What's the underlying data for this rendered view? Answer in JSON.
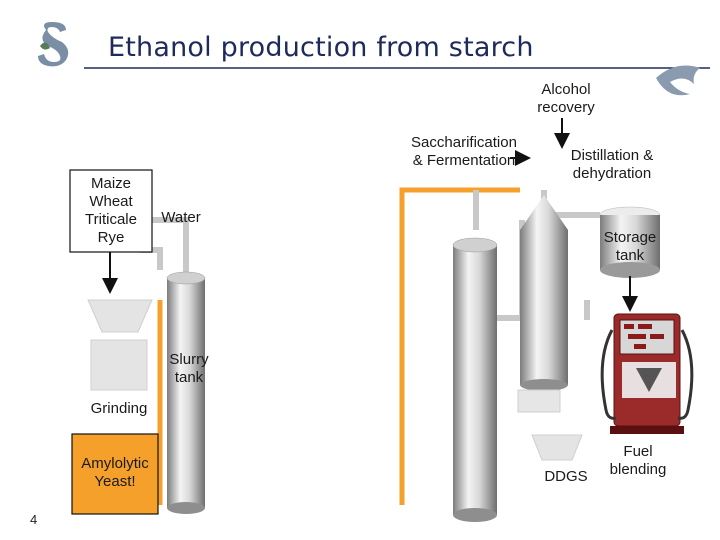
{
  "title": "Ethanol production from starch",
  "labels": {
    "alcohol_recovery": "Alcohol\nrecovery",
    "saccharification": "Saccharification\n& Fermentation",
    "distillation": "Distillation &\ndehydration",
    "grains": "Maize\nWheat\nTriticale\nRye",
    "water": "Water",
    "storage_tank": "Storage\ntank",
    "slurry_tank": "Slurry\ntank",
    "grinding": "Grinding",
    "amylolytic": "Amylolytic\nYeast!",
    "ddgs": "DDGS",
    "fuel_blending": "Fuel\nblending"
  },
  "page_number": "4",
  "colors": {
    "title": "#1f2a5c",
    "orange_pipe": "#f5a02a",
    "grey_pipe": "#c8c8c8",
    "tank_light": "#e6e6e6",
    "tank_dark": "#8e8e8e",
    "amylolytic_fill": "#f5a02a",
    "pump_red": "#8b1a1a"
  },
  "icons": [
    "logo-s-icon",
    "fish-logo-icon",
    "fuel-pump-icon"
  ]
}
